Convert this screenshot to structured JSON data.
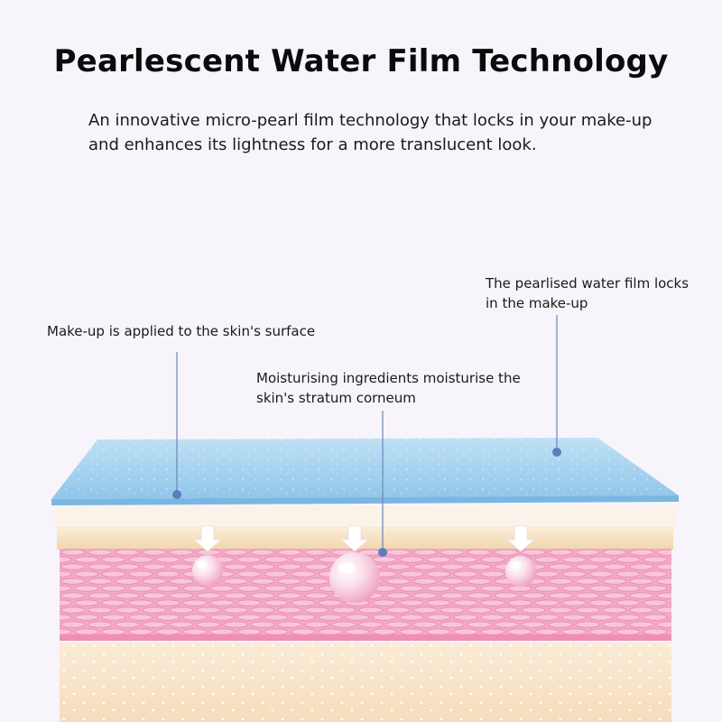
{
  "title": "Pearlescent Water Film Technology",
  "subtitle": "An innovative micro-pearl film technology that locks in your make-up and enhances its lightness for a more translucent look.",
  "callouts": {
    "makeup": "Make-up is applied to the skin's surface",
    "moisturising": "Moisturising ingredients moisturise the skin's stratum corneum",
    "film": "The pearlised water film locks in the make-up"
  },
  "colors": {
    "film": "#a9d4ef",
    "makeup_layer": "#f4ddb8",
    "skin_cells": "#f2a6c4",
    "dermis": "#f8e3c8",
    "leader_line": "#6a86b8"
  }
}
